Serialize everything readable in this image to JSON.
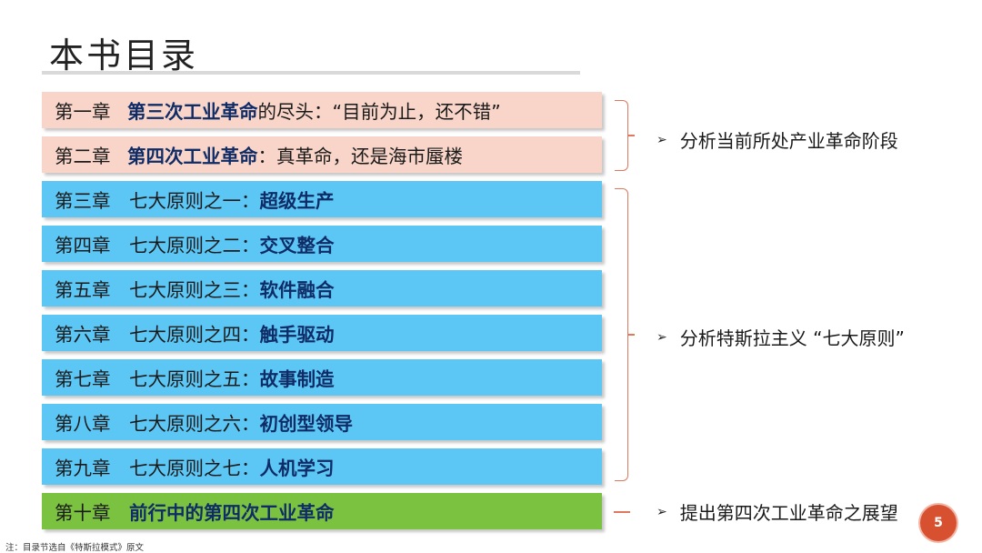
{
  "title": "本书目录",
  "chapters": [
    {
      "no": "第一章",
      "pre": "",
      "bold": "第三次工业革命",
      "post": "的尽头：“目前为止，还不错”",
      "color": "pink"
    },
    {
      "no": "第二章",
      "pre": "",
      "bold": "第四次工业革命",
      "post": "：真革命，还是海市蜃楼",
      "color": "pink"
    },
    {
      "no": "第三章",
      "pre": "七大原则之一：",
      "bold": "超级生产",
      "post": "",
      "color": "blue"
    },
    {
      "no": "第四章",
      "pre": "七大原则之二：",
      "bold": "交叉整合",
      "post": "",
      "color": "blue"
    },
    {
      "no": "第五章",
      "pre": "七大原则之三：",
      "bold": "软件融合",
      "post": "",
      "color": "blue"
    },
    {
      "no": "第六章",
      "pre": "七大原则之四：",
      "bold": "触手驱动",
      "post": "",
      "color": "blue"
    },
    {
      "no": "第七章",
      "pre": "七大原则之五：",
      "bold": "故事制造",
      "post": "",
      "color": "blue"
    },
    {
      "no": "第八章",
      "pre": "七大原则之六：",
      "bold": "初创型领导",
      "post": "",
      "color": "blue"
    },
    {
      "no": "第九章",
      "pre": "七大原则之七：",
      "bold": "人机学习",
      "post": "",
      "color": "blue"
    },
    {
      "no": "第十章",
      "pre": "",
      "bold": "前行中的第四次工业革命",
      "post": "",
      "color": "green"
    }
  ],
  "notes": {
    "n1": "分析当前所处产业革命阶段",
    "n2": "分析特斯拉主义 “七大原则”",
    "n3": "提出第四次工业革命之展望"
  },
  "arrow_icon": "➢",
  "footnote": "注：目录节选自《特斯拉模式》原文",
  "page_number": "5",
  "colors": {
    "pink_band": "#f8d5c8",
    "blue_band": "#5cc6f5",
    "green_band": "#7cc241",
    "bracket": "#e07860",
    "bold_text": "#0f2c66",
    "page_badge": "#d7502f"
  }
}
